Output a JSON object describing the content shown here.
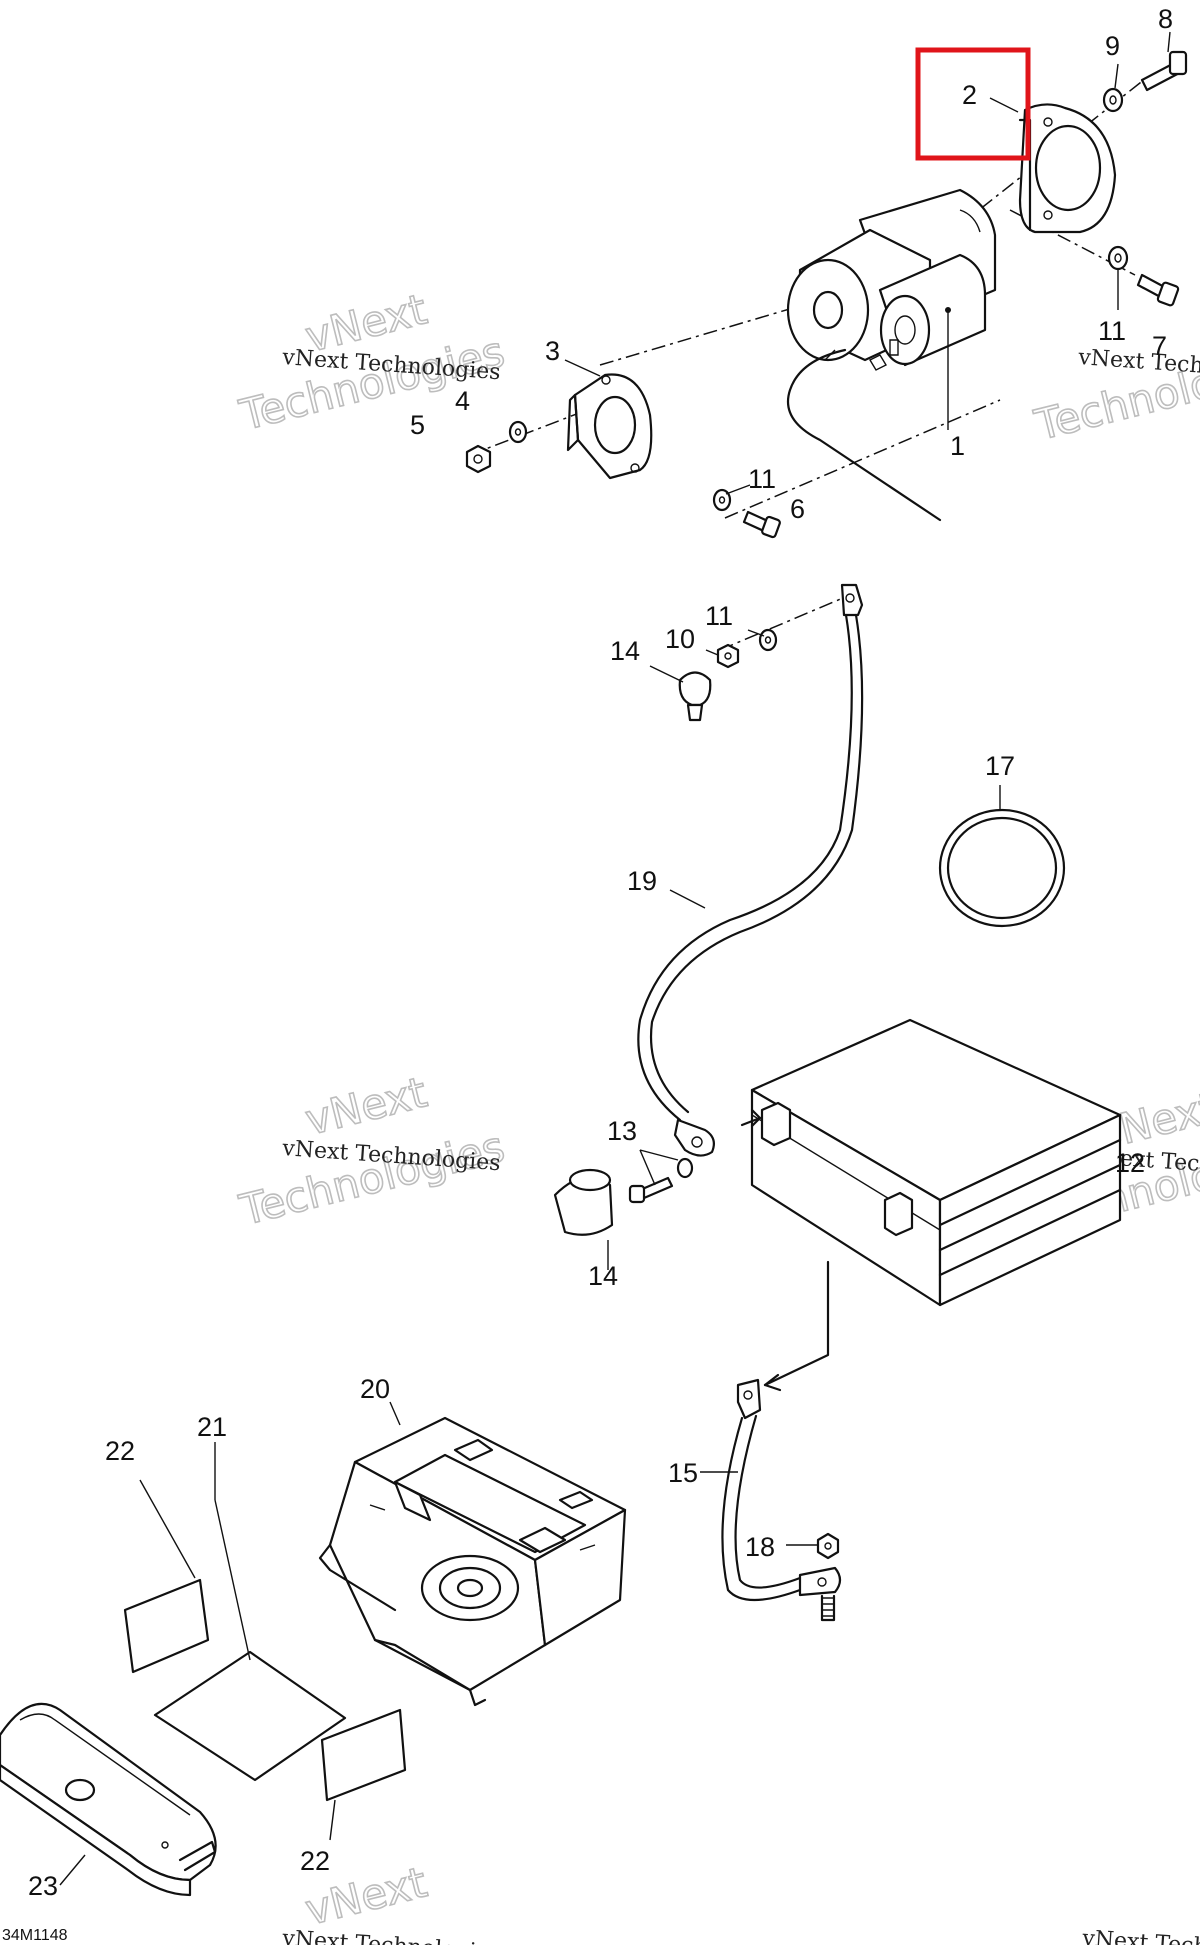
{
  "diagram": {
    "figure_code": "34M1148",
    "watermark": {
      "line1": "vNext Technologies",
      "line2": "vNext",
      "line3": "Technologies"
    },
    "highlighted_part": "2",
    "callouts": {
      "c1": "1",
      "c2": "2",
      "c3": "3",
      "c4": "4",
      "c5": "5",
      "c6": "6",
      "c8": "8",
      "c9": "9",
      "c10": "10",
      "c11a": "11",
      "c11b": "11",
      "c11c": "11",
      "c12": "12",
      "c13": "13",
      "c14a": "14",
      "c14b": "14",
      "c15": "15",
      "c17": "17",
      "c18": "18",
      "c19": "19",
      "c20": "20",
      "c21": "21",
      "c22a": "22",
      "c22b": "22",
      "c23": "23",
      "c7": "7"
    }
  }
}
